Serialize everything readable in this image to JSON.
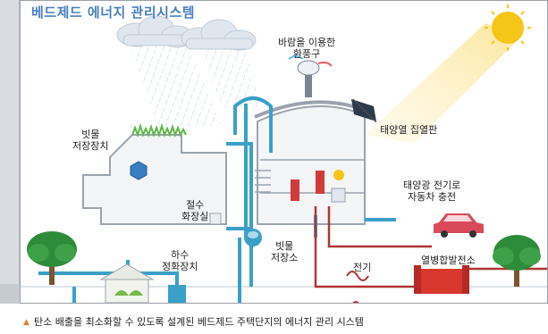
{
  "title": "베드제드 에너지 관리시스템",
  "labels": {
    "ventilation": [
      "바람을 이용한",
      "환풍구"
    ],
    "rainwater_storage": [
      "빗물",
      "저장장치"
    ],
    "solar_collector": "태양열 집열판",
    "solar_ev": [
      "태양광 전기로",
      "자동차 충전"
    ],
    "water_saving_toilet": [
      "절수",
      "화장실"
    ],
    "rain_tank": [
      "빗물",
      "저장소"
    ],
    "sewage": [
      "하수",
      "정화장치"
    ],
    "electricity": "전기",
    "chp_plant": "열병합발전소"
  },
  "caption": "탄소 배출을 최소화할 수 있도록 설계된 베드제드 주택단지의 에너지 관리 시스템",
  "caption_marker": "▲",
  "colors": {
    "title": "#4a7fc0",
    "water_pipe": "#3aa0c8",
    "heat_pipe": "#b03434",
    "sun": "#f5c518",
    "grass": "#5fb84a",
    "tree": "#2e8b3a",
    "plant": "#d8382e",
    "car": "#d84a5a"
  }
}
